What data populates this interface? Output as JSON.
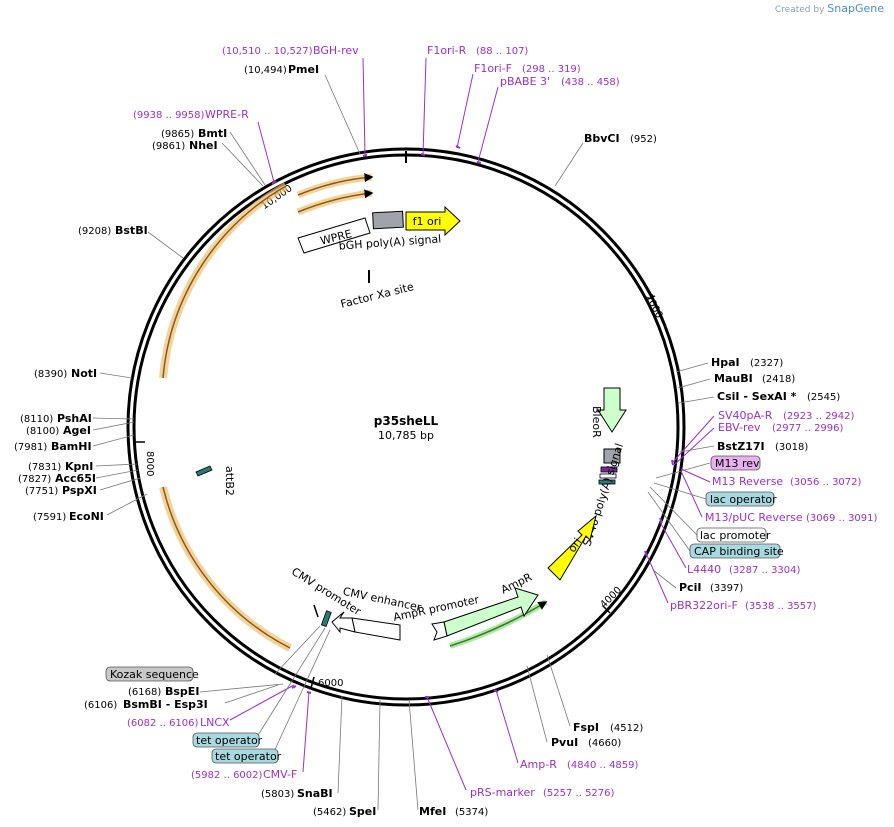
{
  "branding": {
    "created_by": "Created by",
    "app": "SnapGene"
  },
  "plasmid": {
    "name": "p35sheLL",
    "length_label": "10,785 bp"
  },
  "ticks": [
    "2000",
    "4000",
    "6000",
    "8000",
    "10,000"
  ],
  "sites": [
    {
      "pos": "(952)",
      "name": "BbvCI"
    },
    {
      "pos": "(2327)",
      "name": "HpaI"
    },
    {
      "pos": "(2418)",
      "name": "MauBI"
    },
    {
      "pos": "(2545)",
      "name": "CsiI  - SexAI *"
    },
    {
      "pos": "(3018)",
      "name": "BstZ17I"
    },
    {
      "pos": "(3397)",
      "name": "PciI"
    },
    {
      "pos": "(4512)",
      "name": "FspI"
    },
    {
      "pos": "(4660)",
      "name": "PvuI"
    },
    {
      "pos": "(5374)",
      "name": "MfeI"
    },
    {
      "pos": "(5462)",
      "name": "SpeI"
    },
    {
      "pos": "(5803)",
      "name": "SnaBI"
    },
    {
      "pos": "(6106)",
      "name": "BsmBI  - Esp3I"
    },
    {
      "pos": "(6168)",
      "name": "BspEI"
    },
    {
      "pos": "(7591)",
      "name": "EcoNI"
    },
    {
      "pos": "(7751)",
      "name": "PspXI"
    },
    {
      "pos": "(7827)",
      "name": "Acc65I"
    },
    {
      "pos": "(7831)",
      "name": "KpnI"
    },
    {
      "pos": "(7981)",
      "name": "BamHI"
    },
    {
      "pos": "(8100)",
      "name": "AgeI"
    },
    {
      "pos": "(8110)",
      "name": "PshAI"
    },
    {
      "pos": "(8390)",
      "name": "NotI"
    },
    {
      "pos": "(9208)",
      "name": "BstBI"
    },
    {
      "pos": "(9861)",
      "name": "NheI"
    },
    {
      "pos": "(9865)",
      "name": "BmtI"
    },
    {
      "pos": "(10,494)",
      "name": "PmeI"
    }
  ],
  "primers": [
    {
      "name": "F1ori-R",
      "range": "(88 .. 107)"
    },
    {
      "name": "F1ori-F",
      "range": "(298 .. 319)"
    },
    {
      "name": "pBABE 3'",
      "range": "(438 .. 458)"
    },
    {
      "name": "SV40pA-R",
      "range": "(2923 .. 2942)"
    },
    {
      "name": "EBV-rev",
      "range": "(2977 .. 2996)"
    },
    {
      "name": "M13 Reverse",
      "range": "(3056 .. 3072)"
    },
    {
      "name": "M13/pUC Reverse",
      "range": "(3069 .. 3091)"
    },
    {
      "name": "L4440",
      "range": "(3287 .. 3304)"
    },
    {
      "name": "pBR322ori-F",
      "range": "(3538 .. 3557)"
    },
    {
      "name": "Amp-R",
      "range": "(4840 .. 4859)"
    },
    {
      "name": "pRS-marker",
      "range": "(5257 .. 5276)"
    },
    {
      "name": "LNCX",
      "range": "(6082 .. 6106)"
    },
    {
      "name": "CMV-F",
      "range": "(5982 .. 6002)"
    },
    {
      "name": "WPRE-R",
      "range": "(9938 .. 9958)"
    },
    {
      "name": "BGH-rev",
      "range": "(10,510 .. 10,527)"
    }
  ],
  "boxed_labels": {
    "m13_rev": "M13 rev",
    "lac_operator": "lac operator",
    "lac_promoter": "lac promoter",
    "cap_site": "CAP binding site",
    "kozak": "Kozak sequence",
    "tet_operator_1": "tet operator",
    "tet_operator_2": "tet operator"
  },
  "features": {
    "f1_ori": "f1 ori",
    "wpre": "WPRE",
    "bgh": "bGH poly(A) signal",
    "factor_xa": "Factor Xa site",
    "bleor": "BleoR",
    "sv40pa": "SV40 poly(A) signal",
    "ori": "ori",
    "ampr": "AmpR",
    "ampr_promoter": "AmpR promoter",
    "cmv_enhancer": "CMV enhancer",
    "cmv_promoter": "CMV promoter",
    "attb2": "attB2"
  },
  "colors": {
    "primer": "#9b30c8",
    "f1ori": "#ffff00",
    "ori": "#ffff00",
    "bleor": "#ccffcc",
    "ampr": "#ccffcc",
    "orf_highlight": "#f0c070",
    "boxed_teal": "#a8d8e0",
    "boxed_gray": "#c8c8c8",
    "boxed_purple": "#e8b0f0"
  }
}
